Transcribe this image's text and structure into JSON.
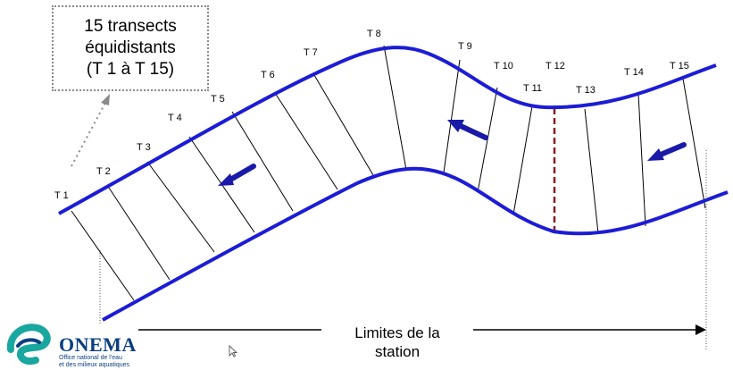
{
  "callout": {
    "line1": "15 transects",
    "line2": "équidistants",
    "line3": "(T 1 à T 15)"
  },
  "transects": [
    "T 1",
    "T 2",
    "T 3",
    "T 4",
    "T 5",
    "T 6",
    "T 7",
    "T 8",
    "T 9",
    "T 10",
    "T 11",
    "T 12",
    "T 13",
    "T 14",
    "T 15"
  ],
  "limits_label": {
    "line1": "Limites de la",
    "line2": "station"
  },
  "logo": {
    "name": "ONEMA",
    "sub1": "Office national de l'eau",
    "sub2": "et des milieux aquatiques"
  },
  "colors": {
    "bank": "#1c1cd6",
    "arrow": "#1a1aa8",
    "transect": "#000000",
    "highlight_transect": "#8b1a1a",
    "logo_blue": "#0b3f80",
    "logo_teal": "#1aa7a0"
  }
}
